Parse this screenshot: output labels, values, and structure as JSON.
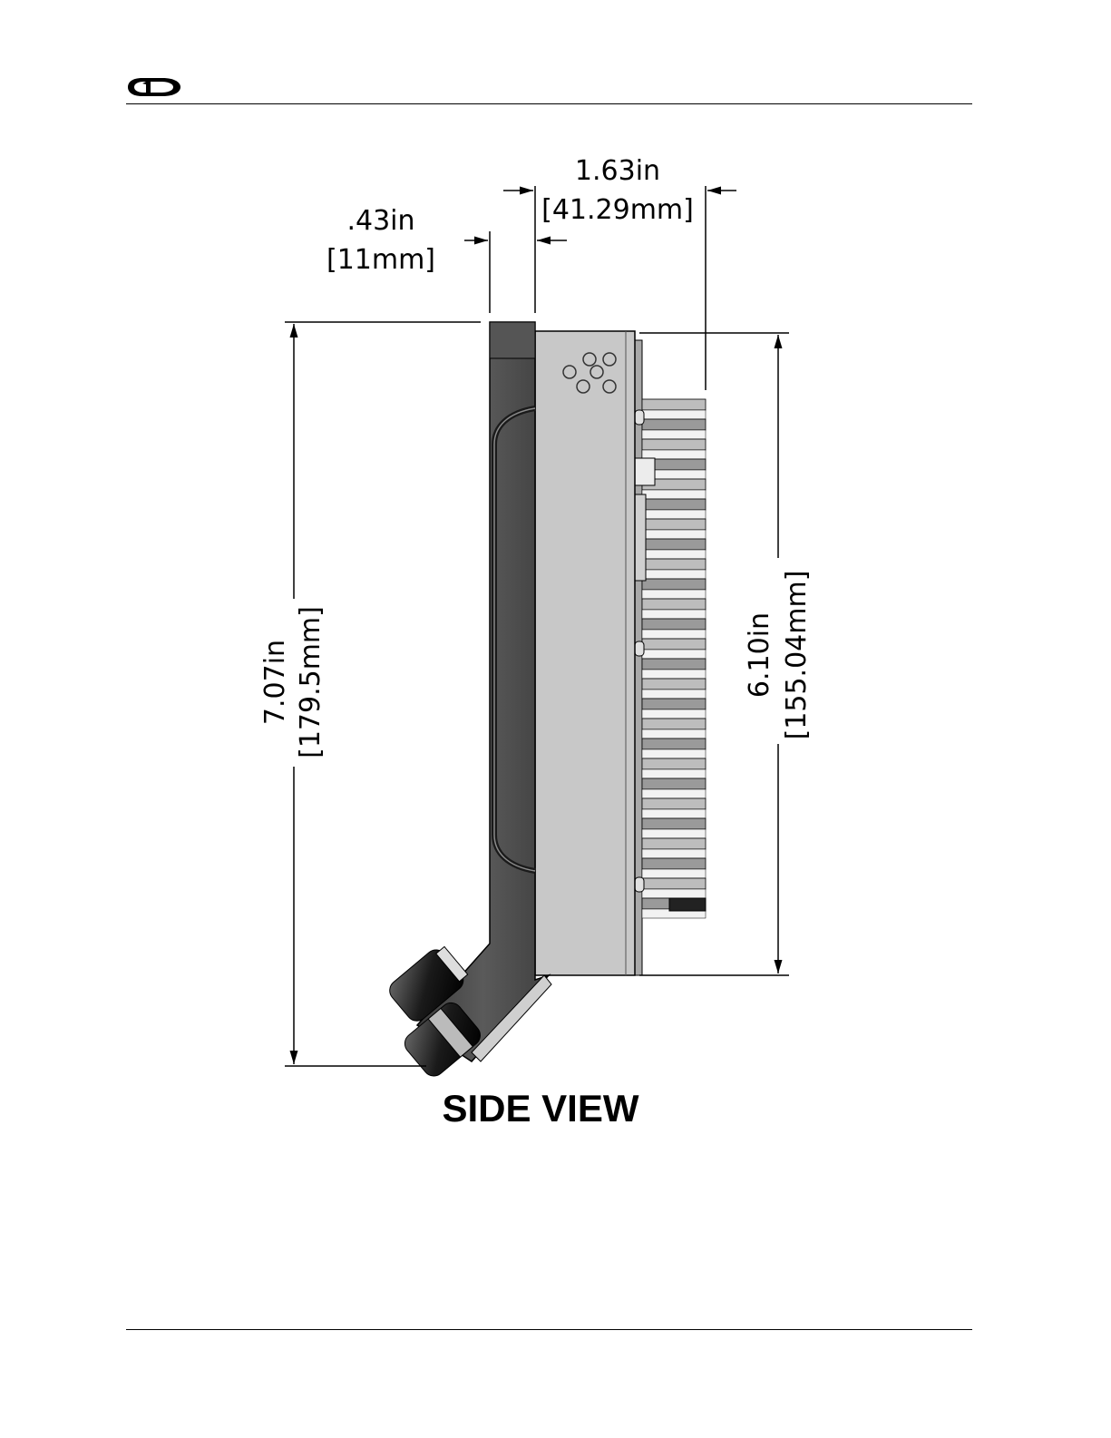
{
  "header": {
    "logo_icon": "company-logo-icon"
  },
  "figure": {
    "title": "SIDE VIEW",
    "dimensions": {
      "bezel_thickness": {
        "imperial": ".43in",
        "metric": "[11mm]"
      },
      "body_depth": {
        "imperial": "1.63in",
        "metric": "[41.29mm]"
      },
      "overall_height": {
        "imperial": "7.07in",
        "metric": "[179.5mm]"
      },
      "body_height": {
        "imperial": "6.10in",
        "metric": "[155.04mm]"
      }
    }
  },
  "colors": {
    "bezel": "#4a4a4a",
    "body": "#c8c8c8",
    "fins": "#b5b5b5",
    "line": "#000000"
  }
}
